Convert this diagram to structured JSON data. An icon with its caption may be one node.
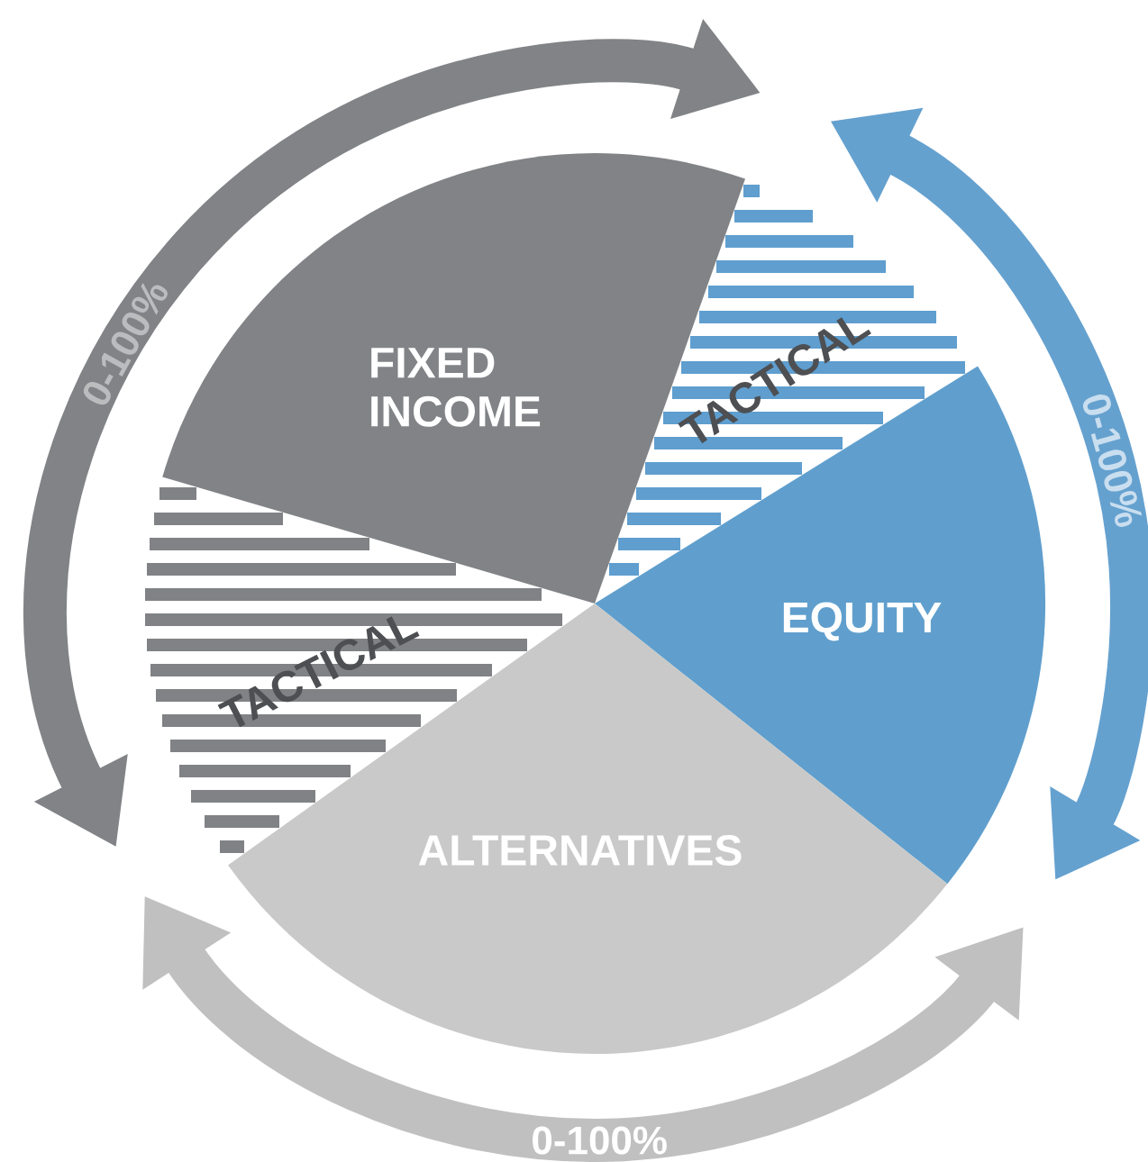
{
  "diagram": {
    "nodes": [
      {
        "text": [
          "FIXED INCOME"
        ]
      },
      {
        "text": [
          "TACTICAL"
        ]
      },
      {
        "text": [
          "EQUITY"
        ]
      },
      {
        "text": [
          "ALTERNATIVES"
        ]
      },
      {
        "text": [
          "TACTICAL"
        ]
      }
    ],
    "labels": [
      "0-100%",
      "0-100%",
      "0-100%"
    ]
  }
}
